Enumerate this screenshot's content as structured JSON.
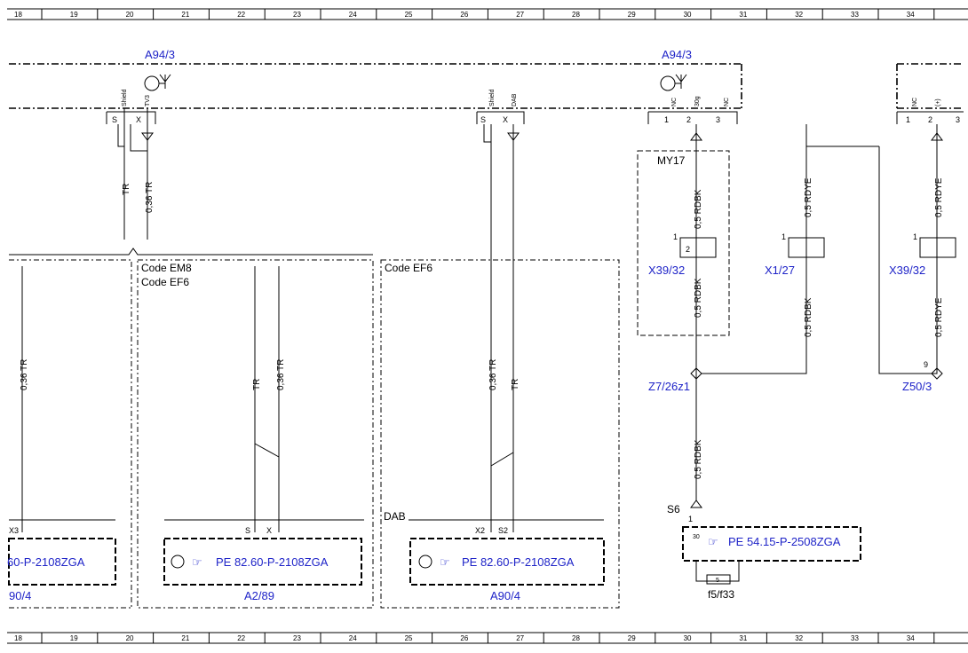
{
  "grid": {
    "columns": [
      "18",
      "19",
      "20",
      "21",
      "22",
      "23",
      "24",
      "25",
      "26",
      "27",
      "28",
      "29",
      "30",
      "31",
      "32",
      "33",
      "34"
    ]
  },
  "colors": {
    "component": "#1f24c8",
    "line": "#000000"
  },
  "components": {
    "a94_3_left": "A94/3",
    "a94_3_right": "A94/3",
    "x39_32_left": "X39/32",
    "x1_27": "X1/27",
    "x39_32_right": "X39/32",
    "z7_26z1": "Z7/26z1",
    "z50_3": "Z50/3",
    "a2_89": "A2/89",
    "a90_4": "A90/4",
    "a90_4_partial": "90/4",
    "fuse_ref": "f5/f33"
  },
  "codes": {
    "em8": "Code EM8",
    "ef6_a": "Code EF6",
    "ef6_b": "Code EF6",
    "my17": "MY17"
  },
  "labels": {
    "dab": "DAB",
    "s6": "S6"
  },
  "pe_refs": {
    "pe1": "60-P-2108ZGA",
    "pe2": "PE 82.60-P-2108ZGA",
    "pe3": "PE 82.60-P-2108ZGA",
    "pe4": "PE 54.15-P-2508ZGA"
  },
  "wires": {
    "w_tr_a": "TR",
    "w_036tr_a": "0,36 TR",
    "w_036tr_b": "0,36 TR",
    "w_tr_c": "TR",
    "w_036tr_c": "0,36 TR",
    "w_036tr_d": "0,36 TR",
    "w_tr_d": "TR",
    "w_rdbk_1": "0,5 RDBK",
    "w_rdbk_2": "0,5 RDBK",
    "w_rdbk_3": "0,5 RDBK",
    "w_rdbk_4": "0,5 RDBK",
    "w_rdye_1": "0,5 RDYE",
    "w_rdye_2": "0,5 RDYE",
    "w_rdye_3": "0,5 RDYE"
  },
  "pins": {
    "p_s1": "S",
    "p_x1": "X",
    "p_s2": "S",
    "p_x2": "X",
    "p_1a": "1",
    "p_2a": "2",
    "p_3a": "3",
    "p_1b": "1",
    "p_2b": "2",
    "p_3b": "3",
    "p_x3": "X3",
    "p_s3": "S",
    "p_x4": "X",
    "p_x2b": "X2",
    "p_s2b": "S2",
    "p_c1a": "1",
    "p_c2a": "2",
    "p_c1b": "1",
    "p_c1c": "1",
    "p_9": "9",
    "p_s6_1": "1",
    "p_30": "30",
    "p_5": "5"
  },
  "pin_tags": {
    "shield1": "Shield",
    "tv3": "TV3",
    "shield2": "Shield",
    "dab": "DAB",
    "nc1": "NC",
    "g30": "30g",
    "nc2": "NC",
    "nc3": "NC",
    "plus": "(+)"
  }
}
